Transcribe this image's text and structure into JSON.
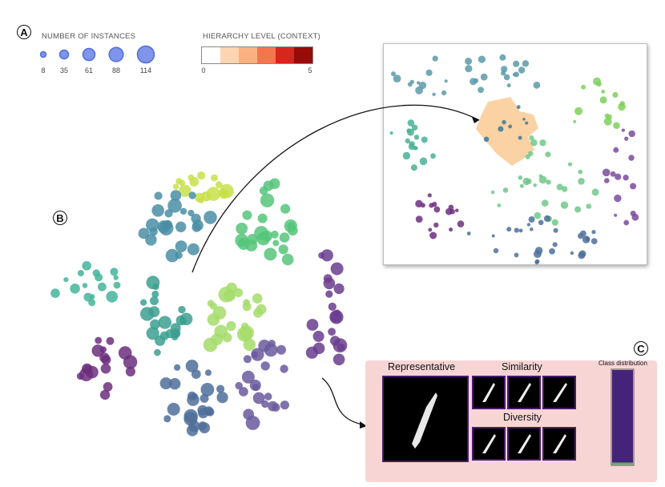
{
  "markers": {
    "a": "A",
    "b": "B",
    "c": "C"
  },
  "size_legend": {
    "title": "NUMBER OF INSTANCES",
    "values": [
      "8",
      "35",
      "61",
      "88",
      "114"
    ],
    "color": "#4e6ee0"
  },
  "hierarchy_legend": {
    "title": "HIERARCHY LEVEL (CONTEXT)",
    "min_label": "0",
    "max_label": "5",
    "colors": [
      "#ffffff",
      "#fdd5b0",
      "#fbb283",
      "#f4764e",
      "#d7261e",
      "#980b06"
    ]
  },
  "panel": {
    "representative": "Representative",
    "similarity": "Similarity",
    "diversity": "Diversity",
    "class_distribution": "Class distribution",
    "class_shares": {
      "main": 0.98,
      "minor": 0.02
    },
    "class_colors": {
      "main": "#46237a",
      "minor": "#54b85a"
    }
  }
}
